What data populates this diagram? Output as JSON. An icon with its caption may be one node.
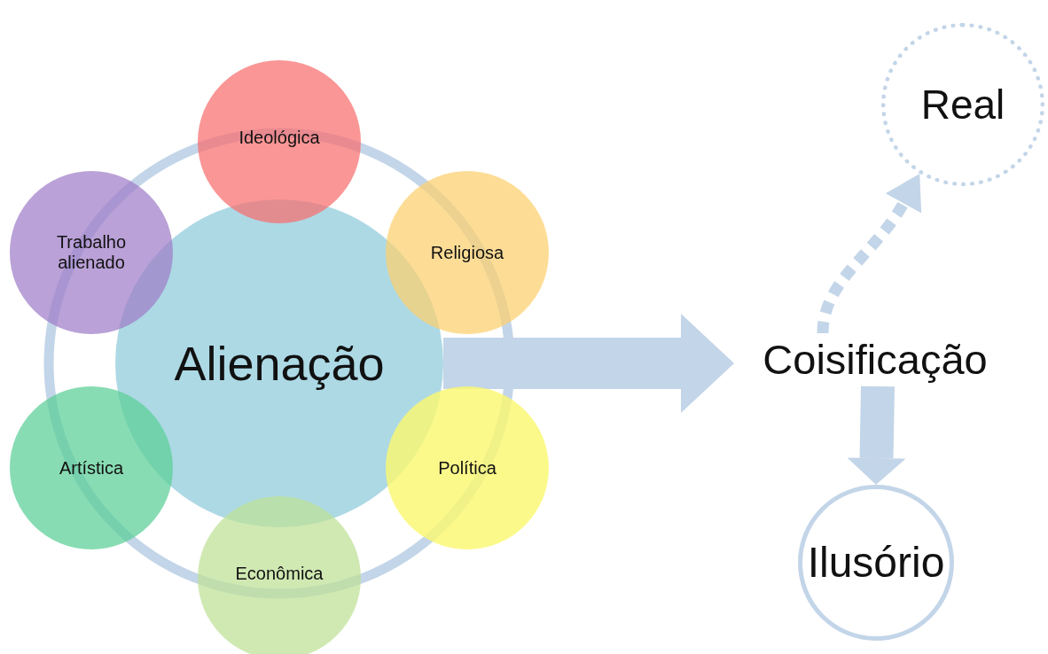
{
  "diagram": {
    "nodes": [
      {
        "text": [
          "Alienação"
        ]
      },
      {
        "text": [
          "Ideológica"
        ]
      },
      {
        "text": [
          "Religiosa"
        ]
      },
      {
        "text": [
          "Política"
        ]
      },
      {
        "text": [
          "Econômica"
        ]
      },
      {
        "text": [
          "Artística"
        ]
      },
      {
        "text": [
          "Trabalho alienado"
        ]
      },
      {
        "text": [
          "Coisificação"
        ]
      },
      {
        "text": [
          "Real"
        ]
      },
      {
        "text": [
          "Ilusório"
        ]
      }
    ],
    "edges": [
      {
        "from": 0,
        "to": 7,
        "arrow": "to"
      },
      {
        "from": 7,
        "to": 8,
        "arrow": "to",
        "style": "dashed"
      },
      {
        "from": 7,
        "to": 9,
        "arrow": "to"
      }
    ]
  }
}
